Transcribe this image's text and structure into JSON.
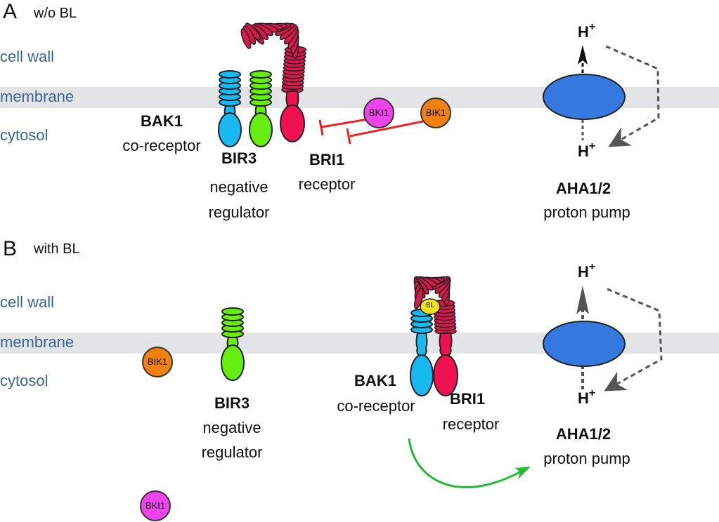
{
  "panels": [
    {
      "letter": "A",
      "condition": "w/o BL",
      "regions": {
        "cell_wall": "cell wall",
        "membrane": "membrane",
        "cytosol": "cytosol"
      },
      "proteins": {
        "bak1": {
          "name": "BAK1",
          "role": "co-receptor"
        },
        "bir3": {
          "name": "BIR3",
          "role_line1": "negative",
          "role_line2": "regulator"
        },
        "bri1": {
          "name": "BRI1",
          "role": "receptor"
        },
        "bki1": {
          "name": "BKI1"
        },
        "bik1": {
          "name": "BIK1"
        },
        "aha": {
          "name": "AHA1/2",
          "role": "proton pump"
        }
      },
      "proton_top": "H",
      "proton_bottom": "H",
      "proton_charge": "+"
    },
    {
      "letter": "B",
      "condition": "with BL",
      "regions": {
        "cell_wall": "cell wall",
        "membrane": "membrane",
        "cytosol": "cytosol"
      },
      "proteins": {
        "bak1": {
          "name": "BAK1",
          "role": "co-receptor"
        },
        "bir3": {
          "name": "BIR3",
          "role_line1": "negative",
          "role_line2": "regulator"
        },
        "bri1": {
          "name": "BRI1",
          "role": "receptor"
        },
        "bki1": {
          "name": "BKI1"
        },
        "bik1": {
          "name": "BIK1"
        },
        "bl": {
          "name": "BL"
        },
        "aha": {
          "name": "AHA1/2",
          "role": "proton pump"
        }
      },
      "proton_top": "H",
      "proton_bottom": "H",
      "proton_charge": "+"
    }
  ],
  "colors": {
    "bak1": "#18b9f0",
    "bir3": "#66ee10",
    "bri1": "#ee1250",
    "bri1_lrr": "#d8174a",
    "bki1": "#ee44ee",
    "bik1": "#f08010",
    "bl": "#f0e020",
    "aha": "#3478e0",
    "membrane": "#e2e4e5",
    "region_text": "#3a6594",
    "inhibit": "#ee2222",
    "activate": "#22bb33"
  }
}
